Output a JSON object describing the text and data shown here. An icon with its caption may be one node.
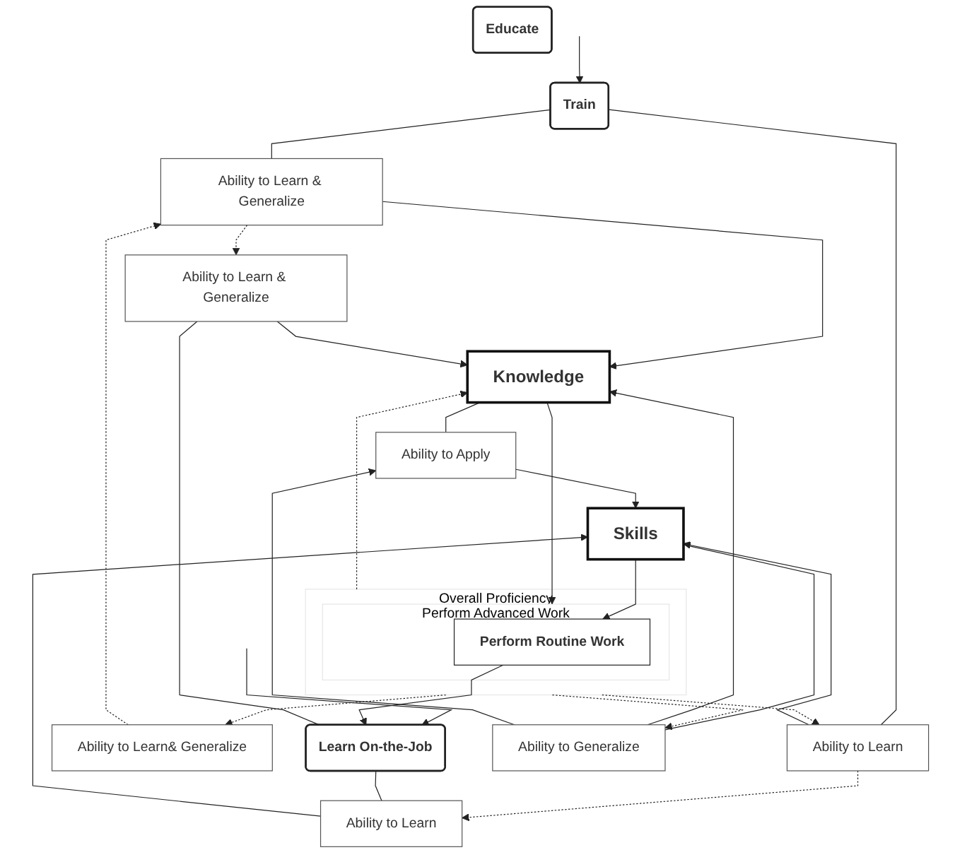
{
  "diagram": {
    "nodes": [
      {
        "text": [
          "Educate"
        ]
      },
      {
        "text": [
          "Train"
        ]
      },
      {
        "text": [
          "Learn On-the-Job"
        ]
      },
      {
        "text": [
          "Ability to Learn& Generalize"
        ]
      },
      {
        "text": [
          "Ability to Learn & Generalize"
        ]
      },
      {
        "text": [
          "Ability to Learn & Generalize"
        ]
      },
      {
        "text": [
          "Ability to Learn"
        ]
      },
      {
        "text": [
          "Ability to Learn"
        ]
      },
      {
        "text": [
          "Knowledge"
        ]
      },
      {
        "text": [
          "Ability to Apply"
        ]
      },
      {
        "text": [
          "Skills"
        ]
      },
      {
        "text": [
          "Ability to Generalize"
        ]
      },
      {
        "text": [
          "Overall Proficiency"
        ]
      },
      {
        "text": [
          "Perform Advanced Work"
        ],
        "in": 12
      },
      {
        "text": [
          "Perform Routine Work"
        ],
        "in": 13
      }
    ],
    "edges": [
      {
        "from": null,
        "to": 1,
        "arrow": "to"
      },
      {
        "from": null,
        "to": 2,
        "arrow": "to"
      },
      {
        "from": 12,
        "to": 3,
        "arrow": "to",
        "style": "dashed"
      },
      {
        "from": 3,
        "to": 4,
        "arrow": "to",
        "style": "dashed"
      },
      {
        "from": 4,
        "to": 5,
        "arrow": "to",
        "style": "dashed"
      },
      {
        "from": 12,
        "to": 6,
        "arrow": "to",
        "style": "dashed"
      },
      {
        "from": 6,
        "to": 7,
        "arrow": "to",
        "style": "dashed"
      },
      {
        "from": 12,
        "to": 8,
        "arrow": "to",
        "style": "dashed"
      },
      {
        "from": 1,
        "to": 4,
        "arrow": "none"
      },
      {
        "from": 1,
        "to": 6,
        "arrow": "none"
      },
      {
        "from": 2,
        "to": 5,
        "arrow": "none"
      },
      {
        "from": 2,
        "to": 7,
        "arrow": "none"
      },
      {
        "from": 4,
        "to": 8,
        "arrow": "to"
      },
      {
        "from": 5,
        "to": 8,
        "arrow": "to"
      },
      {
        "from": 6,
        "to": 10,
        "arrow": "to"
      },
      {
        "from": 7,
        "to": 10,
        "arrow": "to"
      },
      {
        "from": 8,
        "to": 9,
        "arrow": "none"
      },
      {
        "from": 9,
        "to": 10,
        "arrow": "to"
      },
      {
        "from": 10,
        "to": 11,
        "arrow": "none"
      },
      {
        "from": 11,
        "to": 8,
        "arrow": "to"
      },
      {
        "from": 11,
        "to": 9,
        "arrow": "to"
      },
      {
        "from": 12,
        "to": 11,
        "arrow": "to",
        "style": "dashed"
      },
      {
        "from": 8,
        "to": 13,
        "arrow": "to"
      },
      {
        "from": 10,
        "to": 14,
        "arrow": "to"
      },
      {
        "from": 14,
        "to": 2,
        "arrow": "to"
      }
    ]
  }
}
